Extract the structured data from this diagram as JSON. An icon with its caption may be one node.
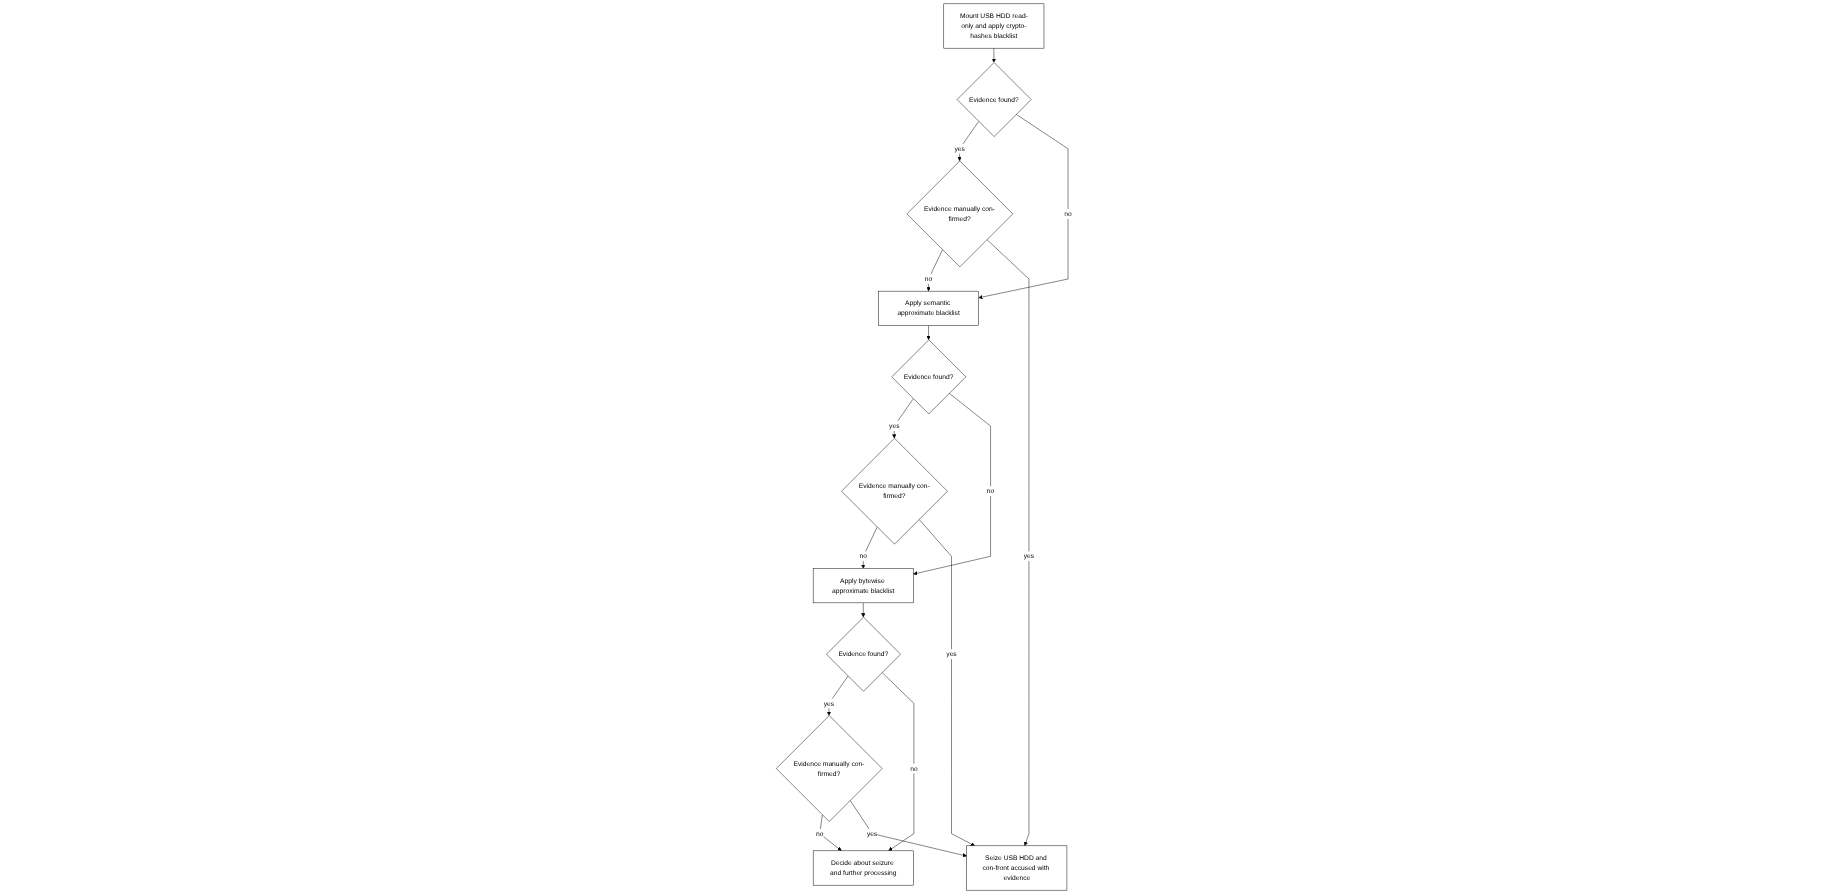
{
  "diagram": {
    "nodes": [
      {
        "text": [
          "Mount USB HDD read-only and apply crypto-hashes blacklist"
        ]
      },
      {
        "text": [
          "Evidence found?"
        ]
      },
      {
        "text": [
          "Evidence manually con-firmed?"
        ]
      },
      {
        "text": [
          "Apply semantic approximate blacklist"
        ]
      },
      {
        "text": [
          "Evidence found?"
        ]
      },
      {
        "text": [
          "Evidence manually con-firmed?"
        ]
      },
      {
        "text": [
          "Apply bytewise approximate blacklist"
        ]
      },
      {
        "text": [
          "Evidence found?"
        ]
      },
      {
        "text": [
          "Evidence manually con-firmed?"
        ]
      },
      {
        "text": [
          "Decide about seizure and further processing"
        ]
      },
      {
        "text": [
          "Seize USB HDD and con-front accused with evidence"
        ]
      }
    ],
    "edges": [
      {
        "from": 0,
        "to": 1,
        "arrow": "to"
      },
      {
        "from": 1,
        "to": 2,
        "arrow": "to",
        "label": "yes"
      },
      {
        "from": 1,
        "to": 3,
        "arrow": "to",
        "label": "no"
      },
      {
        "from": 2,
        "to": 3,
        "arrow": "to",
        "label": "no"
      },
      {
        "from": 2,
        "to": 10,
        "arrow": "to",
        "label": "yes"
      },
      {
        "from": 3,
        "to": 4,
        "arrow": "to"
      },
      {
        "from": 4,
        "to": 5,
        "arrow": "to",
        "label": "yes"
      },
      {
        "from": 4,
        "to": 6,
        "arrow": "to",
        "label": "no"
      },
      {
        "from": 5,
        "to": 6,
        "arrow": "to",
        "label": "no"
      },
      {
        "from": 5,
        "to": 10,
        "arrow": "to",
        "label": "yes"
      },
      {
        "from": 6,
        "to": 7,
        "arrow": "to"
      },
      {
        "from": 7,
        "to": 8,
        "arrow": "to",
        "label": "yes"
      },
      {
        "from": 7,
        "to": 9,
        "arrow": "to",
        "label": "no"
      },
      {
        "from": 8,
        "to": 9,
        "arrow": "to",
        "label": "no"
      },
      {
        "from": 8,
        "to": 10,
        "arrow": "to",
        "label": "yes"
      }
    ]
  }
}
